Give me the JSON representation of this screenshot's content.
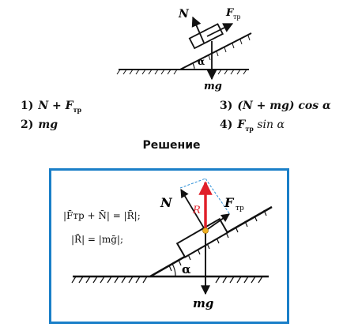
{
  "top_diagram": {
    "label_N": "N",
    "label_F": "F",
    "label_F_sub": "тр",
    "label_alpha": "α",
    "label_mg": "mg"
  },
  "options": [
    {
      "num": "1)",
      "text": "N + F",
      "sub": "тр"
    },
    {
      "num": "2)",
      "text": "mg",
      "sub": ""
    },
    {
      "num": "3)",
      "text": "(N + mg) cos α",
      "sub": ""
    },
    {
      "num": "4)",
      "text": "F",
      "sub": "тр",
      "tail": " sin α"
    }
  ],
  "solution_heading": "Решение",
  "solution": {
    "eq1": "|F̄тр + N̄| = |R̄|;",
    "eq2": "|R̄| = |mḡ|;",
    "label_N": "N",
    "label_R": "R",
    "label_F": "F",
    "label_F_sub": "тр",
    "label_alpha": "α",
    "label_mg": "mg"
  },
  "colors": {
    "frame": "#1a7fc8",
    "resultant": "#e0202a",
    "dashed": "#2a8fd8",
    "dot": "#f0b020",
    "ink": "#111111"
  }
}
